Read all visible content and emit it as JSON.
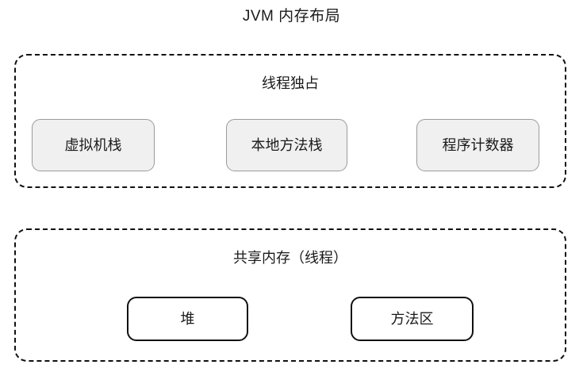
{
  "title": "JVM 内存布局",
  "groups": [
    {
      "id": "thread-exclusive",
      "title": "线程独占",
      "nodes": [
        {
          "id": "vm-stack",
          "label": "虚拟机栈"
        },
        {
          "id": "native-stack",
          "label": "本地方法栈"
        },
        {
          "id": "pc-register",
          "label": "程序计数器"
        }
      ]
    },
    {
      "id": "shared-memory",
      "title": "共享内存（线程）",
      "nodes": [
        {
          "id": "heap",
          "label": "堆"
        },
        {
          "id": "method-area",
          "label": "方法区"
        }
      ]
    }
  ],
  "colors": {
    "background": "#ffffff",
    "text": "#1a1a1a",
    "dashed_border": "#111111",
    "filled_node_bg": "#f0f0f0",
    "filled_node_border": "#9a9a9a",
    "outlined_node_bg": "#ffffff",
    "outlined_node_border": "#111111"
  }
}
